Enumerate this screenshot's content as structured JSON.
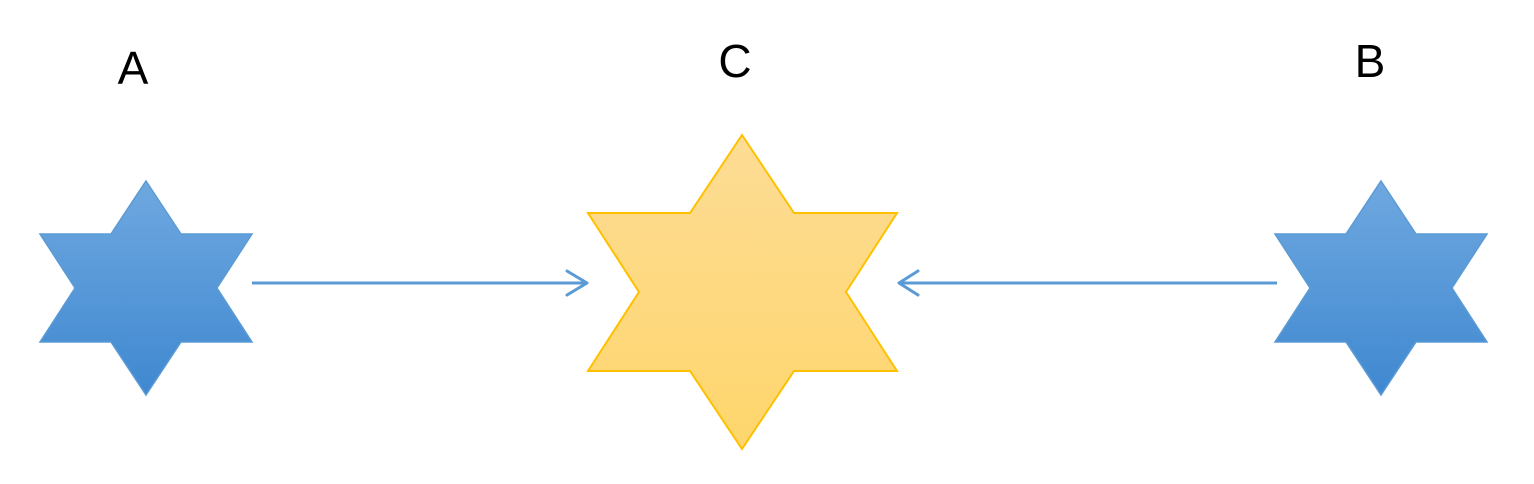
{
  "nodes": [
    {
      "id": "A",
      "label": "A",
      "shape": "six-pointed-star",
      "fill": "#5b9bd5",
      "stroke": "#5b9bd5"
    },
    {
      "id": "C",
      "label": "C",
      "shape": "six-pointed-star",
      "fill": "#ffd966",
      "stroke": "#ffc000"
    },
    {
      "id": "B",
      "label": "B",
      "shape": "six-pointed-star",
      "fill": "#5b9bd5",
      "stroke": "#5b9bd5"
    }
  ],
  "edges": [
    {
      "from": "A",
      "to": "C",
      "color": "#5b9bd5",
      "arrowhead": "open"
    },
    {
      "from": "B",
      "to": "C",
      "color": "#5b9bd5",
      "arrowhead": "open"
    }
  ]
}
